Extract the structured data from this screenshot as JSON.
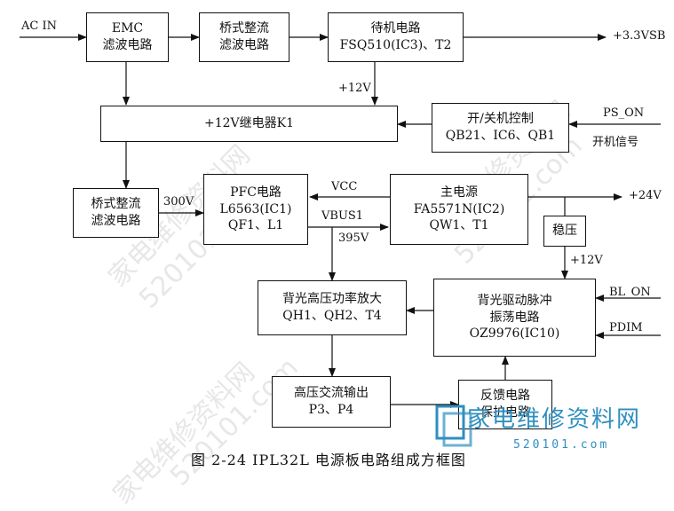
{
  "watermark": {
    "line1": "家电维修资料网",
    "line2": "520101.com"
  },
  "blocks": {
    "emc": [
      "EMC",
      "滤波电路"
    ],
    "bridge_top": [
      "桥式整流",
      "滤波电路"
    ],
    "standby": [
      "待机电路",
      "FSQ510(IC3)、T2"
    ],
    "relay": [
      "+12V继电器K1"
    ],
    "onoff": [
      "开/关机控制",
      "QB21、IC6、QB1"
    ],
    "bridge_left": [
      "桥式整流",
      "滤波电路"
    ],
    "pfc": [
      "PFC电路",
      "L6563(IC1)",
      "QF1、L1"
    ],
    "main_psu": [
      "主电源",
      "FA5571N(IC2)",
      "QW1、T1"
    ],
    "regulator": [
      "稳压"
    ],
    "backlight_amp": [
      "背光高压功率放大",
      "QH1、QH2、T4"
    ],
    "backlight_drive": [
      "背光驱动脉冲",
      "振荡电路",
      "OZ9976(IC10)"
    ],
    "hv_output": [
      "高压交流输出",
      "P3、P4"
    ],
    "feedback": [
      "反馈电路",
      "保护电路"
    ]
  },
  "signals": {
    "ac_in": "AC IN",
    "v33sb": "+3.3VSB",
    "v12_standby": "+12V",
    "ps_on": "PS_ON",
    "power_on_signal": "开机信号",
    "v300": "300V",
    "vcc": "VCC",
    "vbus1": "VBUS1",
    "v395": "395V",
    "v24": "+24V",
    "v12_backlight": "+12V",
    "bl_on": "BL_ON",
    "pdim": "PDIM"
  },
  "caption": "图 2-24   IPL32L 电源板电路组成方框图",
  "logo": {
    "text": "家电维修资料网",
    "url": "520101.com"
  },
  "colors": {
    "line": "#111111",
    "watermark": "#e7e7e7",
    "logo": "#2e8fbf"
  }
}
